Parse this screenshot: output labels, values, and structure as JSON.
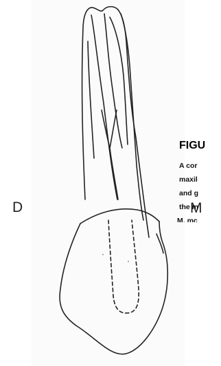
{
  "figure": {
    "caption_title": "FIGU",
    "caption_lines": [
      "A cor",
      "maxil",
      "and g",
      "the m",
      "M, mc"
    ]
  },
  "orientation": {
    "distal_label": "D",
    "mesial_label": "M"
  },
  "colors": {
    "line": "#222222",
    "background": "#ffffff",
    "panel": "#fbfbfb"
  }
}
